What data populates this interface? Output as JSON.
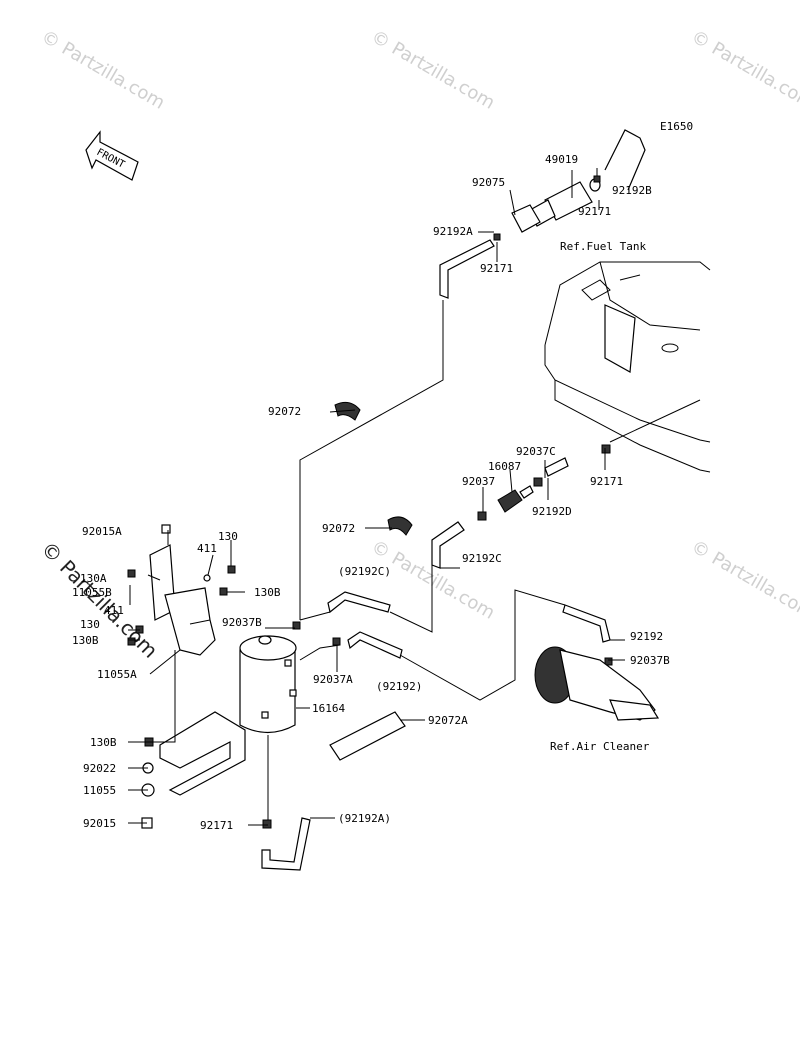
{
  "diagram_code": "E1650",
  "watermark_text": "© Partzilla.com",
  "front_label": "FRONT",
  "references": {
    "fuel_tank": "Ref.Fuel Tank",
    "air_cleaner": "Ref.Air Cleaner"
  },
  "part_labels": [
    {
      "id": "p49019",
      "text": "49019"
    },
    {
      "id": "p92075",
      "text": "92075"
    },
    {
      "id": "p92171a",
      "text": "92171"
    },
    {
      "id": "p92192b",
      "text": "92192B"
    },
    {
      "id": "p92192a",
      "text": "92192A"
    },
    {
      "id": "p92171b",
      "text": "92171"
    },
    {
      "id": "p92072a",
      "text": "92072"
    },
    {
      "id": "p92037c",
      "text": "92037C"
    },
    {
      "id": "p16087",
      "text": "16087"
    },
    {
      "id": "p92037",
      "text": "92037"
    },
    {
      "id": "p92171c",
      "text": "92171"
    },
    {
      "id": "p92192d",
      "text": "92192D"
    },
    {
      "id": "p92072b",
      "text": "92072"
    },
    {
      "id": "p92192c",
      "text": "92192C"
    },
    {
      "id": "p92015a",
      "text": "92015A"
    },
    {
      "id": "p130a",
      "text": "130"
    },
    {
      "id": "p411a",
      "text": "411"
    },
    {
      "id": "p130aa",
      "text": "130A"
    },
    {
      "id": "p11055b",
      "text": "11055B"
    },
    {
      "id": "p130b1",
      "text": "130B"
    },
    {
      "id": "p411b",
      "text": "411"
    },
    {
      "id": "p130c",
      "text": "130"
    },
    {
      "id": "p130b2",
      "text": "130B"
    },
    {
      "id": "p92192c_paren",
      "text": "(92192C)"
    },
    {
      "id": "p92037b1",
      "text": "92037B"
    },
    {
      "id": "p11055a",
      "text": "11055A"
    },
    {
      "id": "p92037a",
      "text": "92037A"
    },
    {
      "id": "p92192_paren",
      "text": "(92192)"
    },
    {
      "id": "p92192",
      "text": "92192"
    },
    {
      "id": "p92037b2",
      "text": "92037B"
    },
    {
      "id": "p16164",
      "text": "16164"
    },
    {
      "id": "p92072a2",
      "text": "92072A"
    },
    {
      "id": "p130b3",
      "text": "130B"
    },
    {
      "id": "p92022",
      "text": "92022"
    },
    {
      "id": "p11055",
      "text": "11055"
    },
    {
      "id": "p92015",
      "text": "92015"
    },
    {
      "id": "p92171d",
      "text": "92171"
    },
    {
      "id": "p92192a_paren",
      "text": "(92192A)"
    }
  ]
}
